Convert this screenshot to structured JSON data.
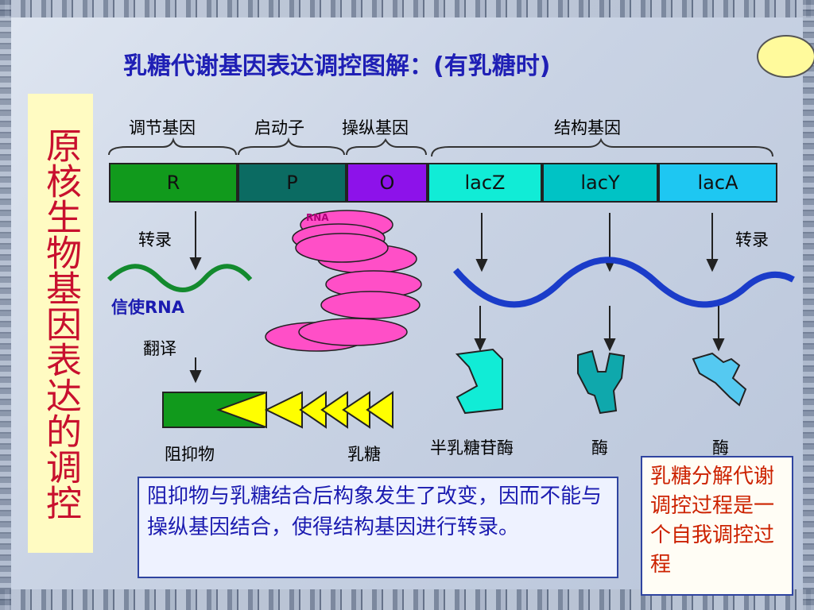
{
  "title": "乳糖代谢基因表达调控图解：(有乳糖时)",
  "side_title": "原核生物基因表达的调控",
  "region_labels": {
    "regulator": "调节基因",
    "promoter": "启动子",
    "operator": "操纵基因",
    "structural": "结构基因"
  },
  "genes": {
    "r": "R",
    "p": "P",
    "o": "O",
    "z": "lacZ",
    "y": "lacY",
    "a": "lacA"
  },
  "labels": {
    "transcription_left": "转录",
    "transcription_right": "转录",
    "mrna": "信使RNA",
    "translation": "翻译",
    "repressor": "阻抑物",
    "lactose": "乳糖",
    "galactosidase": "半乳糖苷酶",
    "enzyme_y": "酶",
    "enzyme_a": "酶",
    "polymerase_text": "RNA"
  },
  "description": "阻抑物与乳糖结合后构象发生了改变，因而不能与操纵基因结合，使得结构基因进行转录。",
  "note": "乳糖分解代谢调控过程是一个自我调控过程",
  "colors": {
    "regulator": "#119a1c",
    "promoter": "#0b6b62",
    "operator": "#8d12ea",
    "lacz": "#11ecd6",
    "lacy": "#00c3c5",
    "laca": "#1ec7f2",
    "polymerase": "#ff4fc7",
    "lactose": "#ffff00",
    "mrna_left": "#138a2e",
    "mrna_right": "#1b3cc9"
  }
}
